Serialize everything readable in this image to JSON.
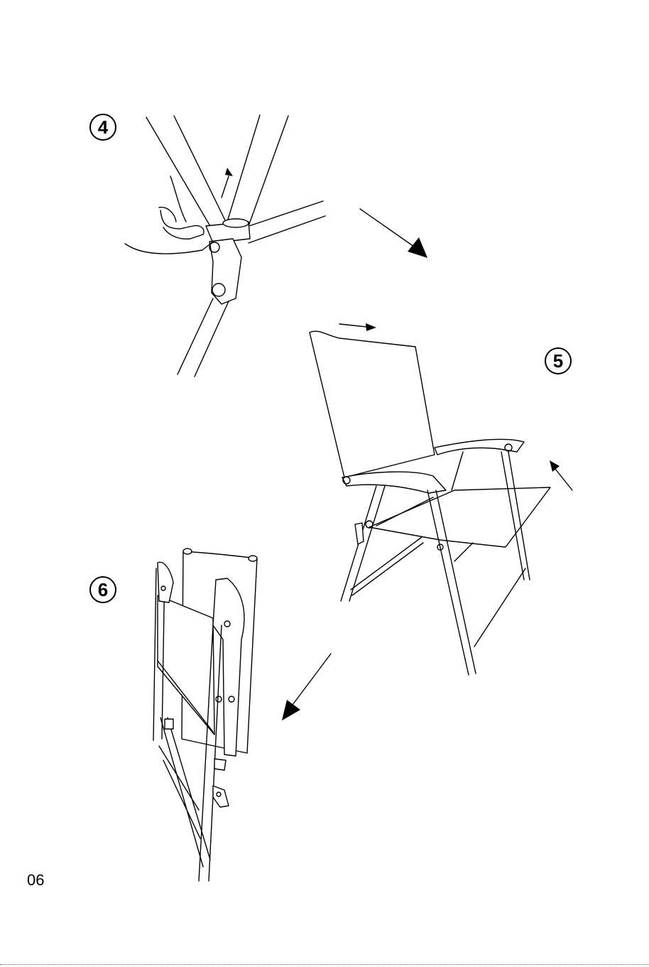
{
  "steps": [
    {
      "number": "4",
      "illustration": "unlock-hinge-detail"
    },
    {
      "number": "5",
      "illustration": "chair-folding"
    },
    {
      "number": "6",
      "illustration": "chair-folded"
    }
  ],
  "page_number": "06",
  "icons": [
    "arrow-down-right-icon",
    "arrow-down-left-icon",
    "small-arrow-icon"
  ]
}
